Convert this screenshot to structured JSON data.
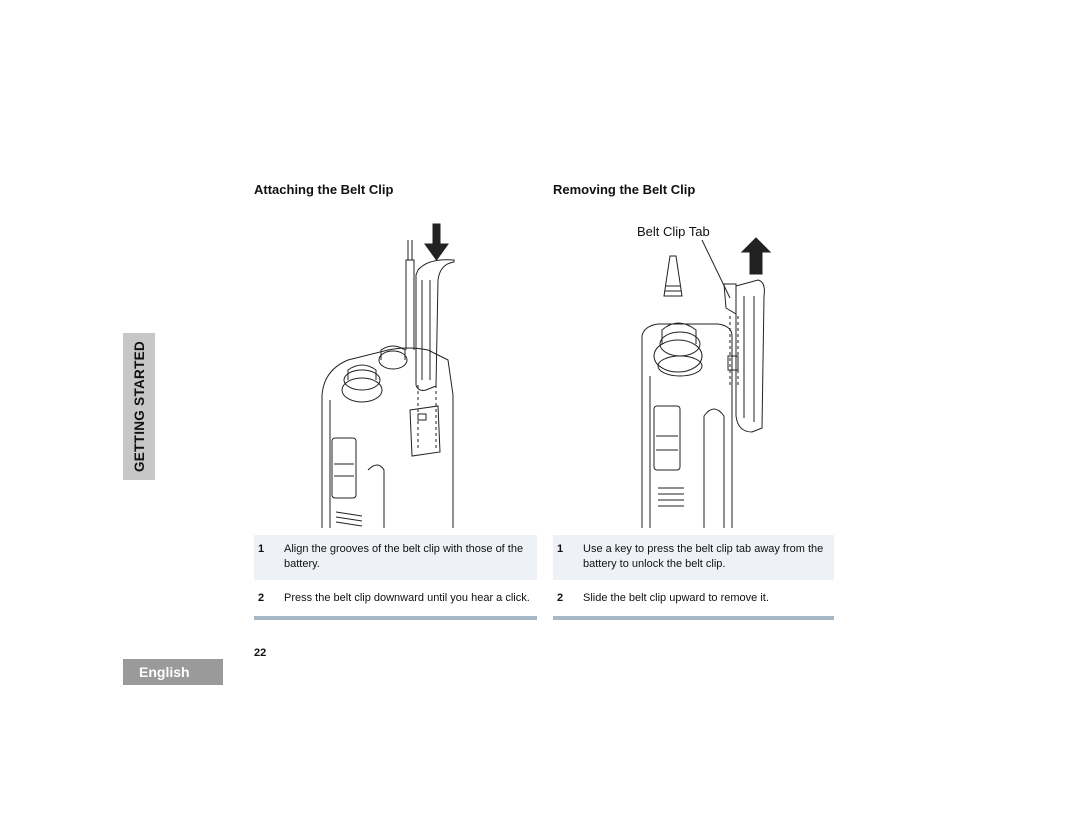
{
  "side_tab": {
    "label": "GETTING STARTED"
  },
  "language_tab": {
    "label": "English"
  },
  "page_number": "22",
  "attach": {
    "title": "Attaching the Belt Clip",
    "steps": [
      {
        "num": "1",
        "text": "Align the grooves of the belt clip with those of the battery."
      },
      {
        "num": "2",
        "text": "Press the belt clip downward until you hear a click."
      }
    ]
  },
  "remove": {
    "title": "Removing the Belt Clip",
    "callout": "Belt Clip Tab",
    "steps": [
      {
        "num": "1",
        "text": "Use a key to press the belt clip tab away from the battery to unlock the belt clip."
      },
      {
        "num": "2",
        "text": "Slide the belt clip upward to remove it."
      }
    ]
  },
  "colors": {
    "side_tab": "#c7c7c7",
    "language_tab": "#9a9a9a",
    "step_shade": "#eef2f6",
    "rule": "#a6b8c8"
  }
}
